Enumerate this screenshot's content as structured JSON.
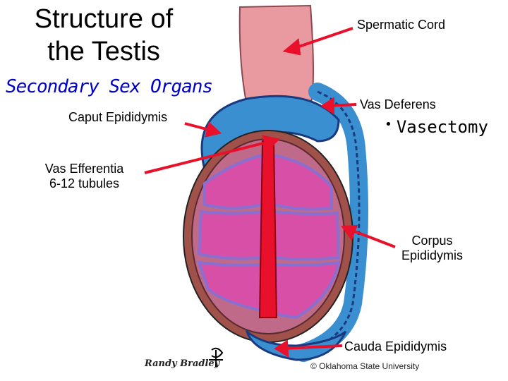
{
  "title_lines": [
    "Structure of",
    "the Testis"
  ],
  "subtitle": "Secondary Sex Organs",
  "labels": {
    "spermatic_cord": "Spermatic Cord",
    "vas_deferens": "Vas Deferens",
    "vasectomy": "Vasectomy",
    "caput": "Caput Epididymis",
    "vas_efferentia_1": "Vas Efferentia",
    "vas_efferentia_2": "6-12 tubules",
    "corpus_1": "Corpus",
    "corpus_2": "Epididymis",
    "cauda": "Cauda Epididymis"
  },
  "credits": {
    "author": "Randy Bradley",
    "copyright": "© Oklahoma State University"
  },
  "colors": {
    "arrow": "#e8102a",
    "cord": "#e89aa0",
    "epididymis": "#3a8fd0",
    "tubule": "#8a6fd0",
    "lobule": "#d84fa8",
    "testis_fill": "#a0524a"
  }
}
